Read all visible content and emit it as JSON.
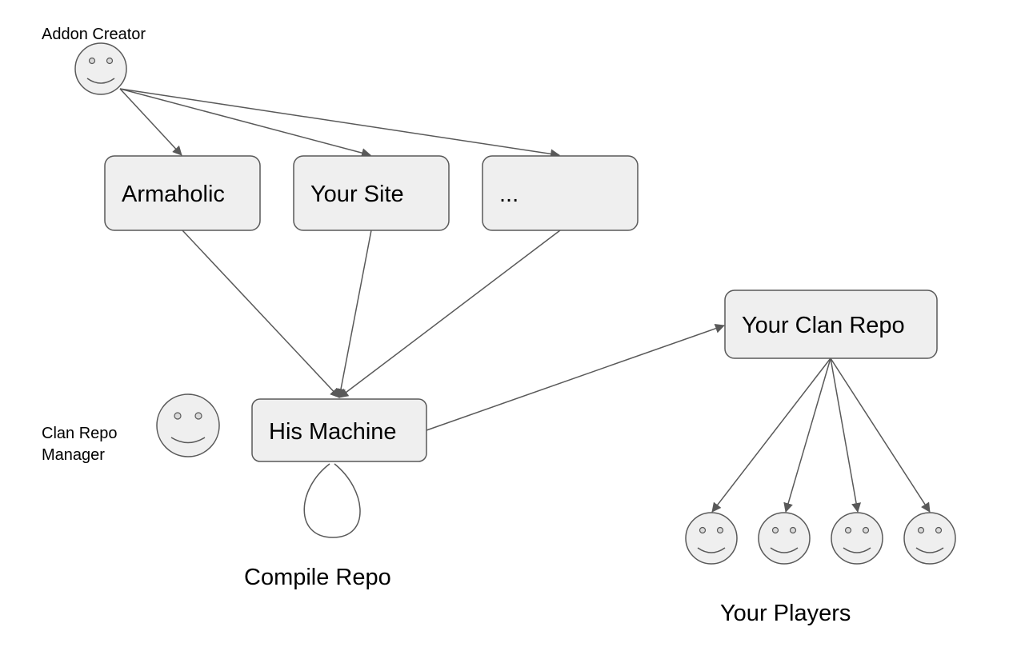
{
  "actors": {
    "addon_creator": "Addon Creator",
    "clan_repo_manager_line1": "Clan Repo",
    "clan_repo_manager_line2": "Manager",
    "players_label": "Your Players"
  },
  "nodes": {
    "armaholic": "Armaholic",
    "your_site": "Your Site",
    "more": "...",
    "his_machine": "His Machine",
    "your_clan_repo": "Your Clan Repo"
  },
  "loop_label": "Compile Repo",
  "colors": {
    "box_fill": "#efefef",
    "box_stroke": "#595959",
    "face_fill": "#efefef",
    "line": "#595959"
  }
}
